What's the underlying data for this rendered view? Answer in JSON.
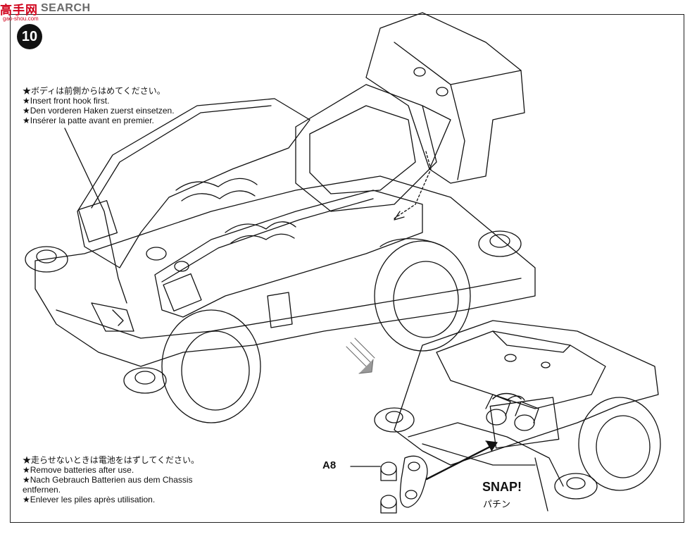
{
  "watermark": {
    "brand": "高手网",
    "search": "SEARCH",
    "sub": "gao-shou.com"
  },
  "step": {
    "number": "10"
  },
  "note_front_hook": {
    "lines": [
      "★ボディは前側からはめてください。",
      "★Insert front hook first.",
      "★Den vorderen Haken zuerst einsetzen.",
      "★Insérer la patte avant en premier."
    ]
  },
  "note_batteries": {
    "lines": [
      "★走らせないときは電池をはずしてください。",
      "★Remove batteries after use.",
      "★Nach Gebrauch Batterien aus dem Chassis",
      "entfernen.",
      "★Enlever les piles après utilisation."
    ]
  },
  "labels": {
    "part": "A8",
    "snap": "SNAP!",
    "snap_jp": "パチン"
  },
  "colors": {
    "ink": "#111111",
    "watermark_red": "#d0021b",
    "watermark_grey": "#6a6a6a"
  }
}
